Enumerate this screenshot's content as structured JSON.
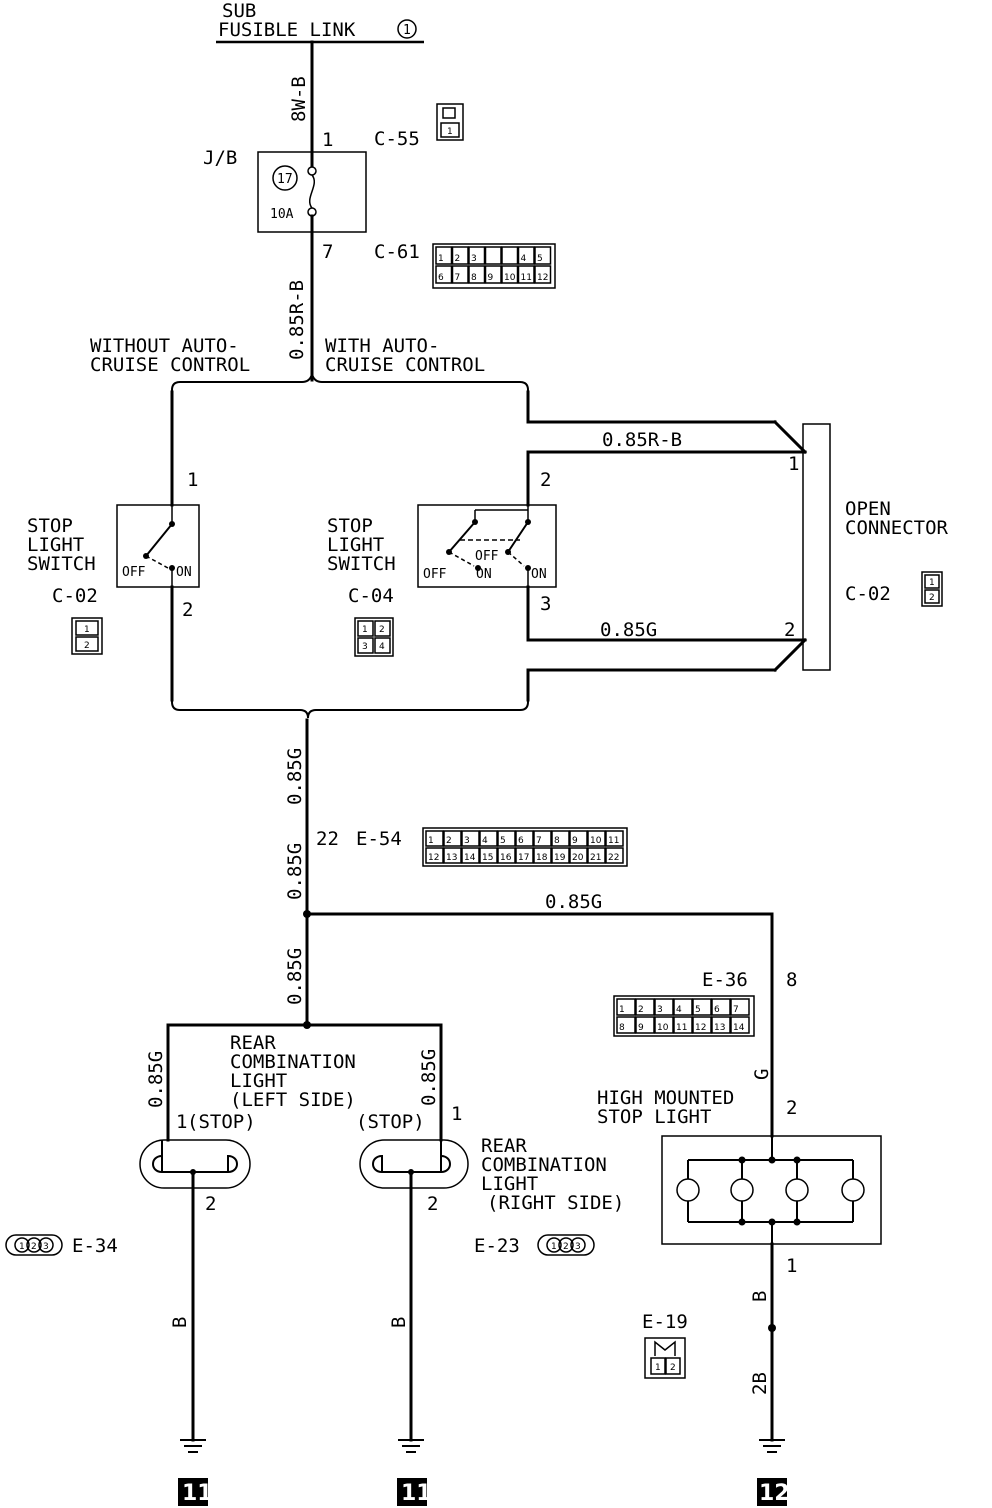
{
  "source": {
    "line1": "SUB",
    "line2": "FUSIBLE LINK",
    "num": "1"
  },
  "fuse": {
    "jb": "J/B",
    "num": "17",
    "amp": "10A",
    "pin_in": "1",
    "pin_out": "7",
    "conn_in": "C-55",
    "conn_out": "C-61"
  },
  "wires": {
    "w8wb": "8W-B",
    "w085rb": "0.85R-B",
    "w085g": "0.85G",
    "wg": "G",
    "wb": "B",
    "w2b": "2B"
  },
  "branch": {
    "without1": "WITHOUT AUTO-",
    "without2": "CRUISE CONTROL",
    "with1": "WITH AUTO-",
    "with2": "CRUISE CONTROL"
  },
  "switch_left": {
    "l1": "STOP",
    "l2": "LIGHT",
    "l3": "SWITCH",
    "conn": "C-02",
    "pin1": "1",
    "pin2": "2",
    "off": "OFF",
    "on": "ON"
  },
  "switch_right": {
    "l1": "STOP",
    "l2": "LIGHT",
    "l3": "SWITCH",
    "conn": "C-04",
    "pin1": "2",
    "pin2": "3",
    "off": "OFF",
    "off2": "OFF",
    "on": "ON",
    "on2": "ON"
  },
  "open_connector": {
    "l1": "OPEN",
    "l2": "CONNECTOR",
    "conn": "C-02",
    "pin1": "1",
    "pin2": "2"
  },
  "junction": {
    "pin": "22",
    "conn": "E-54"
  },
  "high_mount": {
    "conn": "E-36",
    "pin_in": "8",
    "pin2": "2",
    "pin1": "1",
    "l1": "HIGH MOUNTED",
    "l2": "STOP LIGHT",
    "ground_conn": "E-19"
  },
  "rear_left": {
    "l1": "REAR",
    "l2": "COMBINATION",
    "l3": "LIGHT",
    "l4": "(LEFT SIDE)",
    "stop": "(STOP)",
    "pin1": "1",
    "pin2": "2",
    "conn": "E-34"
  },
  "rear_right": {
    "l1": "REAR",
    "l2": "COMBINATION",
    "l3": "LIGHT",
    "l4": "(RIGHT SIDE)",
    "stop": "(STOP)",
    "pin1": "1",
    "pin2": "2",
    "conn": "E-23"
  },
  "grounds": {
    "g1": "11",
    "g2": "11",
    "g3": "12"
  },
  "connectors": {
    "c61": [
      "1",
      "2",
      "3",
      "4",
      "5",
      "6",
      "7",
      "8",
      "9",
      "10",
      "11",
      "12"
    ],
    "e54": [
      "1",
      "2",
      "3",
      "4",
      "5",
      "6",
      "7",
      "8",
      "9",
      "10",
      "11",
      "12",
      "13",
      "14",
      "15",
      "16",
      "17",
      "18",
      "19",
      "20",
      "21",
      "22"
    ],
    "e36": [
      "1",
      "2",
      "3",
      "4",
      "5",
      "6",
      "7",
      "8",
      "9",
      "10",
      "11",
      "12",
      "13",
      "14"
    ],
    "c02": [
      "1",
      "2"
    ],
    "c04": [
      "1",
      "2",
      "3",
      "4"
    ],
    "e19": [
      "1",
      "2"
    ],
    "e34": [
      "1",
      "2",
      "3"
    ],
    "e23": [
      "1",
      "2",
      "3"
    ],
    "c55": [
      "1"
    ],
    "c02b": [
      "1",
      "2"
    ]
  }
}
